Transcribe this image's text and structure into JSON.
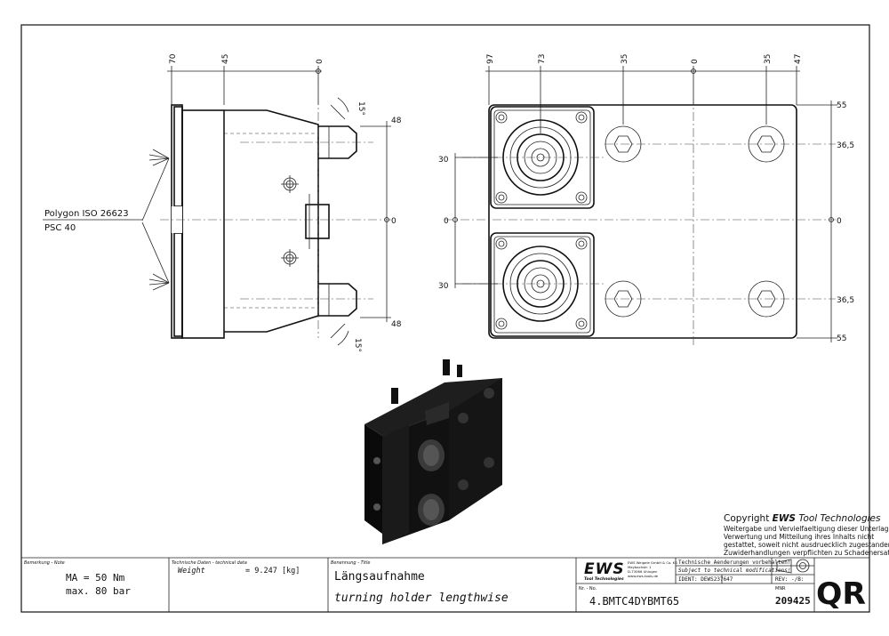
{
  "side_view": {
    "top_dims": [
      "70",
      "45",
      "0"
    ],
    "right_dims": [
      "48",
      "0",
      "48"
    ],
    "angle_top": "15°",
    "angle_bottom": "15°",
    "callout_line1": "Polygon ISO 26623",
    "callout_line2": "PSC 40"
  },
  "front_view": {
    "top_dims": [
      "97",
      "73",
      "35",
      "0",
      "35",
      "47"
    ],
    "left_dims": [
      "30",
      "0",
      "30"
    ],
    "right_dims": [
      "55",
      "36,5",
      "0",
      "36,5",
      "55"
    ]
  },
  "copyright": {
    "title_prefix": "Copyright ",
    "title_brand": "EWS",
    "title_suffix": " Tool Technologies",
    "lines": [
      "Weitergabe und Vervielfaeltigung dieser Unterlage,",
      "Verwertung und Mitteilung ihres Inhalts nicht",
      "gestattet, soweit nicht ausdruecklich zugestanden.",
      "Zuwiderhandlungen verpflichten zu Schadenersatz."
    ]
  },
  "title_block": {
    "note_label": "Bemerkung - Note",
    "note_line1": "MA = 50 Nm",
    "note_line2": "max. 80 bar",
    "tech_label": "Technische Daten - technical data",
    "weight_label": "Weight",
    "weight_value": "=   9.247 [kg]",
    "name_label": "Benennung - Title",
    "title_de": "Längsaufnahme",
    "title_en": "turning holder lengthwise",
    "logo_text": "EWS",
    "logo_sub": "Tool Technologies",
    "company_lines": [
      "EWS Weigele GmbH & Co. KG",
      "Maybachstr. 1",
      "D-73066 Uhingen",
      "www.ews-tools.de"
    ],
    "change_de": "Technische Aenderungen vorbehalten!",
    "change_en": "Subject to technical modifications!",
    "ident": "IDENT: DEWS237647",
    "rev": "REV:  -/B:",
    "nr_label": "Nr. - No.",
    "part_number": "4.BMTC4DYBMT65",
    "mnr_label": "MNR",
    "mnr": "209425",
    "qr": "QR"
  }
}
